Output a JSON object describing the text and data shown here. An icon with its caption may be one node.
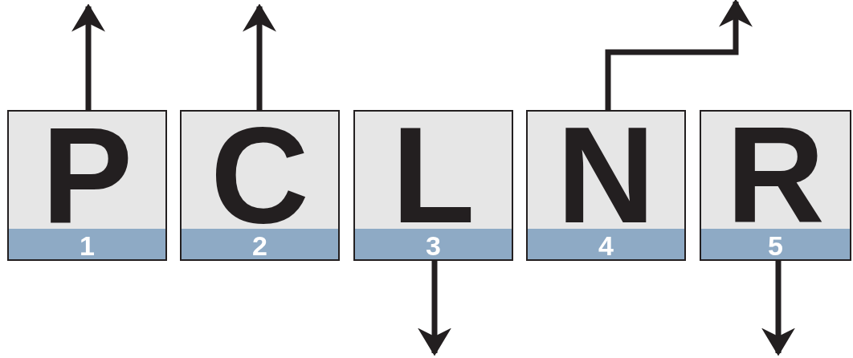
{
  "diagram": {
    "nodes": [
      {
        "text": [
          "P",
          "1"
        ]
      },
      {
        "text": [
          "C",
          "2"
        ]
      },
      {
        "text": [
          "L",
          "3"
        ]
      },
      {
        "text": [
          "N",
          "4"
        ]
      },
      {
        "text": [
          "R",
          "5"
        ]
      }
    ],
    "edges": [
      {
        "from": 0,
        "to": null,
        "arrow": "to"
      },
      {
        "from": 1,
        "to": null,
        "arrow": "to"
      },
      {
        "from": 2,
        "to": null,
        "arrow": "to"
      },
      {
        "from": 3,
        "to": null,
        "arrow": "to"
      },
      {
        "from": 4,
        "to": null,
        "arrow": "to"
      }
    ]
  }
}
